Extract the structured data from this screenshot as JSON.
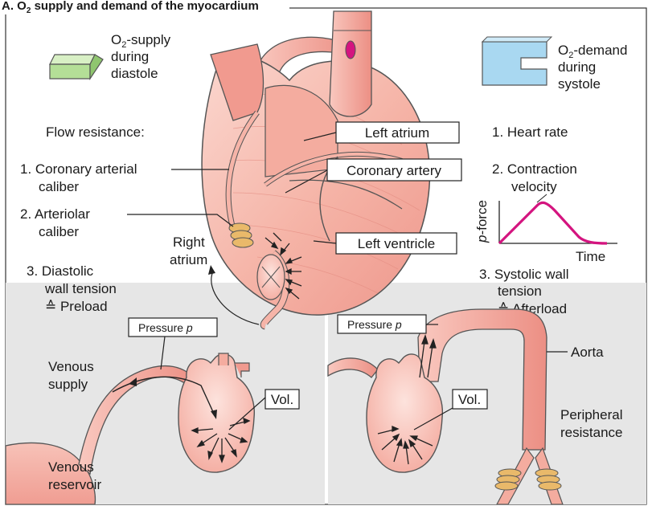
{
  "colors": {
    "panel_bg": "#e6e6e6",
    "tissue": "#f5b9ad",
    "tissue_dark": "#e98e85",
    "vessel": "#f4a89c",
    "supply_green": "#b4df97",
    "demand_blue": "#a9d8f1",
    "force_curve": "#d4147f",
    "ring": "#e9b96a"
  },
  "title": {
    "prefix": "A. O",
    "sub": "2",
    "suffix": " supply and demand of the myocardium"
  },
  "supply": {
    "l1_pre": "O",
    "l1_sub": "2",
    "l1_post": "-supply",
    "l2": "during",
    "l3": "diastole",
    "icon": "green-wedge-icon"
  },
  "demand": {
    "l1_pre": "O",
    "l1_sub": "2",
    "l1_post": "-demand",
    "l2": "during",
    "l3": "systole",
    "icon": "blue-bracket-icon"
  },
  "left_col": {
    "heading": "Flow resistance:",
    "item1": [
      "1. Coronary arterial",
      "caliber"
    ],
    "item2": [
      "2. Arteriolar",
      "caliber"
    ],
    "right_atrium": [
      "Right",
      "atrium"
    ],
    "item3": [
      "3. Diastolic",
      "wall tension",
      "≙ Preload"
    ]
  },
  "heart_labels": {
    "left_atrium": "Left atrium",
    "coronary_artery": "Coronary artery",
    "left_ventricle": "Left ventricle"
  },
  "right_col": {
    "item1": "1. Heart rate",
    "item2": [
      "2. Contraction",
      "velocity"
    ],
    "item3": [
      "3. Systolic wall",
      "tension",
      "≙ Afterload"
    ]
  },
  "force_plot": {
    "ylabel_italic": "p",
    "ylabel_rest": "-force",
    "xlabel": "Time"
  },
  "bottom_left": {
    "pressure_pre": "Pressure ",
    "pressure_var": "p",
    "venous_supply": [
      "Venous",
      "supply"
    ],
    "vol": "Vol.",
    "venous_reservoir": [
      "Venous",
      "reservoir"
    ]
  },
  "bottom_right": {
    "pressure_pre": "Pressure ",
    "pressure_var": "p",
    "aorta": "Aorta",
    "vol": "Vol.",
    "peripheral": [
      "Peripheral",
      "resistance"
    ]
  }
}
